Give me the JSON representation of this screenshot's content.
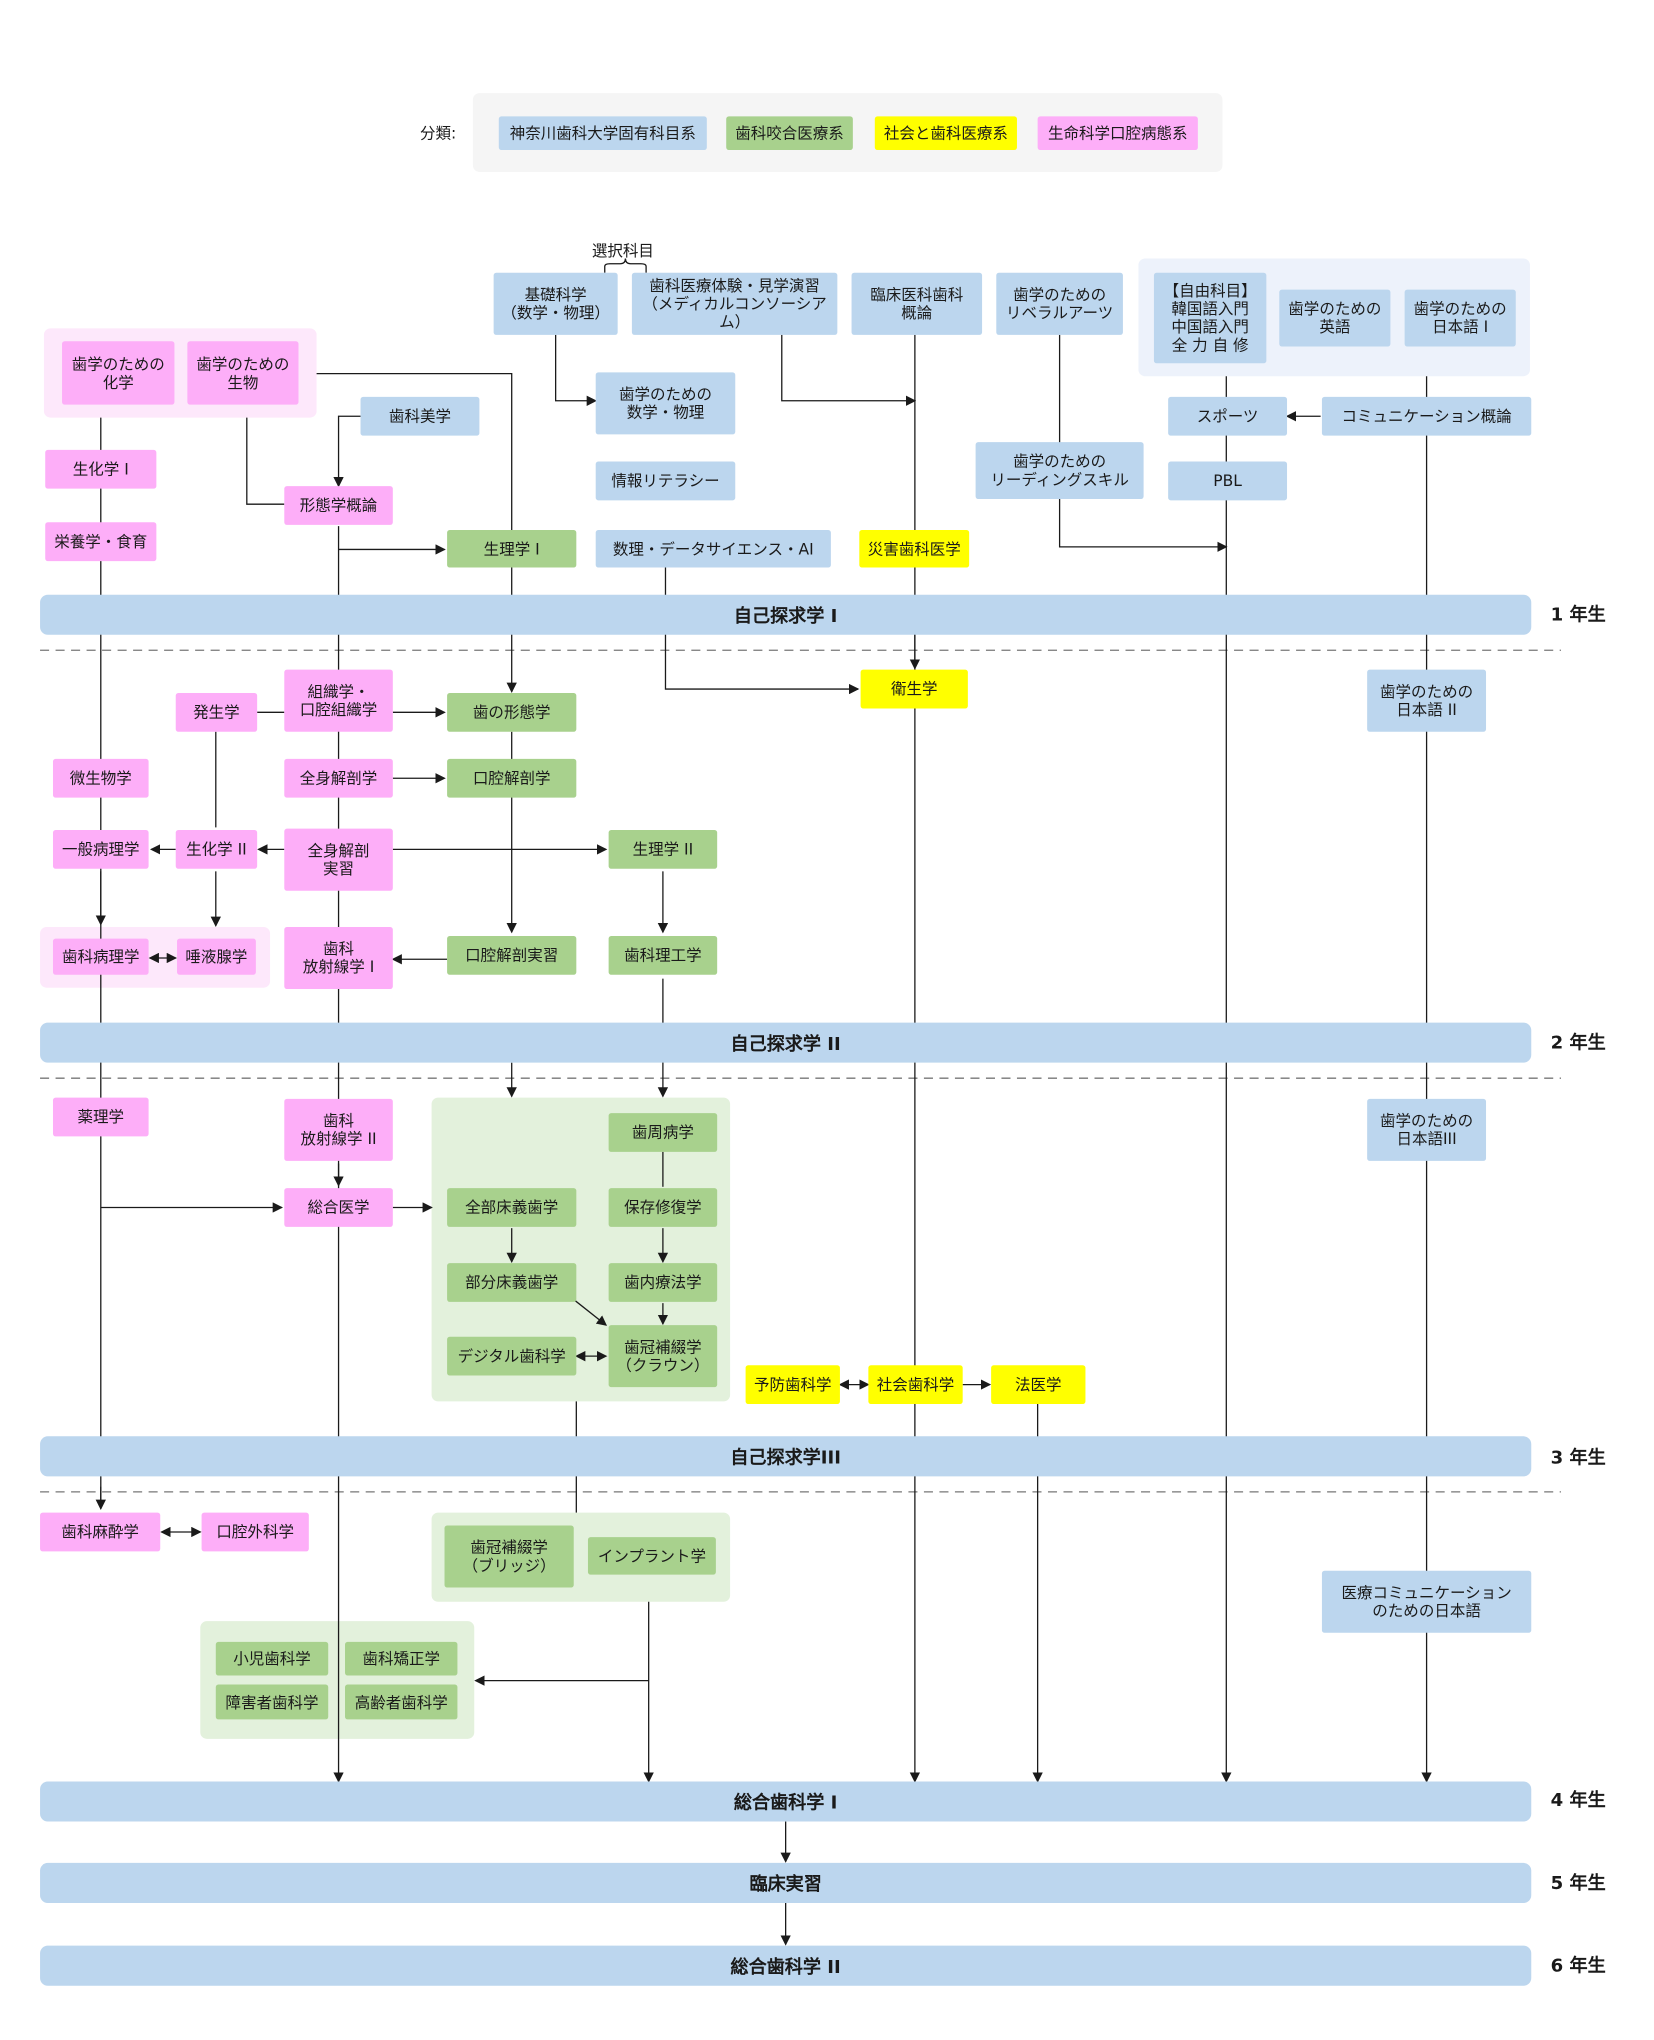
{
  "legend": {
    "label": "分類:",
    "items": [
      {
        "label": "神奈川歯科大学固有科目系",
        "color": "#bcd6ee"
      },
      {
        "label": "歯科咬合医療系",
        "color": "#a8d18d"
      },
      {
        "label": "社会と歯科医療系",
        "color": "#ffff00"
      },
      {
        "label": "生命科学口腔病態系",
        "color": "#fdaef8"
      }
    ]
  },
  "selection_label": "選択科目",
  "courses": {
    "kiso": "基礎科学\n（数学・物理）",
    "medical": "歯科医療体験・見学演習\n（メディカルコンソーシアム）",
    "rinsho": "臨床医科歯科\n概論",
    "liberal": "歯学のための\nリベラルアーツ",
    "jiyu": "【自由科目】\n韓国語入門\n中国語入門\n全 力 自 修",
    "eigo": "歯学のための\n英語",
    "nihongo1": "歯学のための\n日本語 I",
    "kagaku": "歯学のための\n化学",
    "seibutsu": "歯学のための\n生物",
    "biyo": "歯科美学",
    "suugaku": "歯学のための\n数学・物理",
    "sports": "スポーツ",
    "commu": "コミュニケーション概論",
    "seika1": "生化学 I",
    "keitai": "形態学概論",
    "joho": "情報リテラシー",
    "reading": "歯学のための\nリーディングスキル",
    "pbl": "PBL",
    "eiyo": "栄養学・食育",
    "seiri1": "生理学 I",
    "data": "数理・データサイエンス・AI",
    "saigai": "災害歯科医学",
    "soshiki": "組織学・\n口腔組織学",
    "eisei": "衛生学",
    "nihongo2": "歯学のための\n日本語 II",
    "hassei": "発生学",
    "hakeitai": "歯の形態学",
    "biseibutsu": "微生物学",
    "zenshin": "全身解剖学",
    "koukou_kaibou": "口腔解剖学",
    "ippan": "一般病理学",
    "seika2": "生化学 II",
    "zenshin_jisshu": "全身解剖\n実習",
    "seiri2": "生理学 II",
    "shika_byouri": "歯科病理学",
    "daeki": "唾液腺学",
    "houshasen1": "歯科\n放射線学 I",
    "koukou_jisshu": "口腔解剖実習",
    "rikou": "歯科理工学",
    "yakuri": "薬理学",
    "houshasen2": "歯科\n放射線学 II",
    "shishu": "歯周病学",
    "nihongo3": "歯学のための\n日本語III",
    "sougou": "総合医学",
    "zenbu": "全部床義歯学",
    "hozon": "保存修復学",
    "bubun": "部分床義歯学",
    "shinai": "歯内療法学",
    "digital": "デジタル歯科学",
    "crown": "歯冠補綴学\n（クラウン）",
    "yobou": "予防歯科学",
    "shakai": "社会歯科学",
    "hoi": "法医学",
    "masui": "歯科麻酔学",
    "kougai": "口腔外科学",
    "bridge": "歯冠補綴学\n（ブリッジ）",
    "implant": "インプラント学",
    "iryou_commu": "医療コミュニケーション\nのための日本語",
    "shouni": "小児歯科学",
    "kyousei": "歯科矯正学",
    "shougai": "障害者歯科学",
    "koureisha": "高齢者歯科学"
  },
  "bars": {
    "jiko1": "自己探求学 I",
    "jiko2": "自己探求学 II",
    "jiko3": "自己探求学III",
    "sougou1": "総合歯科学 I",
    "rinsho_jisshu": "臨床実習",
    "sougou2": "総合歯科学 II"
  },
  "years": {
    "y1": "1 年生",
    "y2": "2 年生",
    "y3": "3 年生",
    "y4": "4 年生",
    "y5": "5 年生",
    "y6": "6 年生"
  }
}
